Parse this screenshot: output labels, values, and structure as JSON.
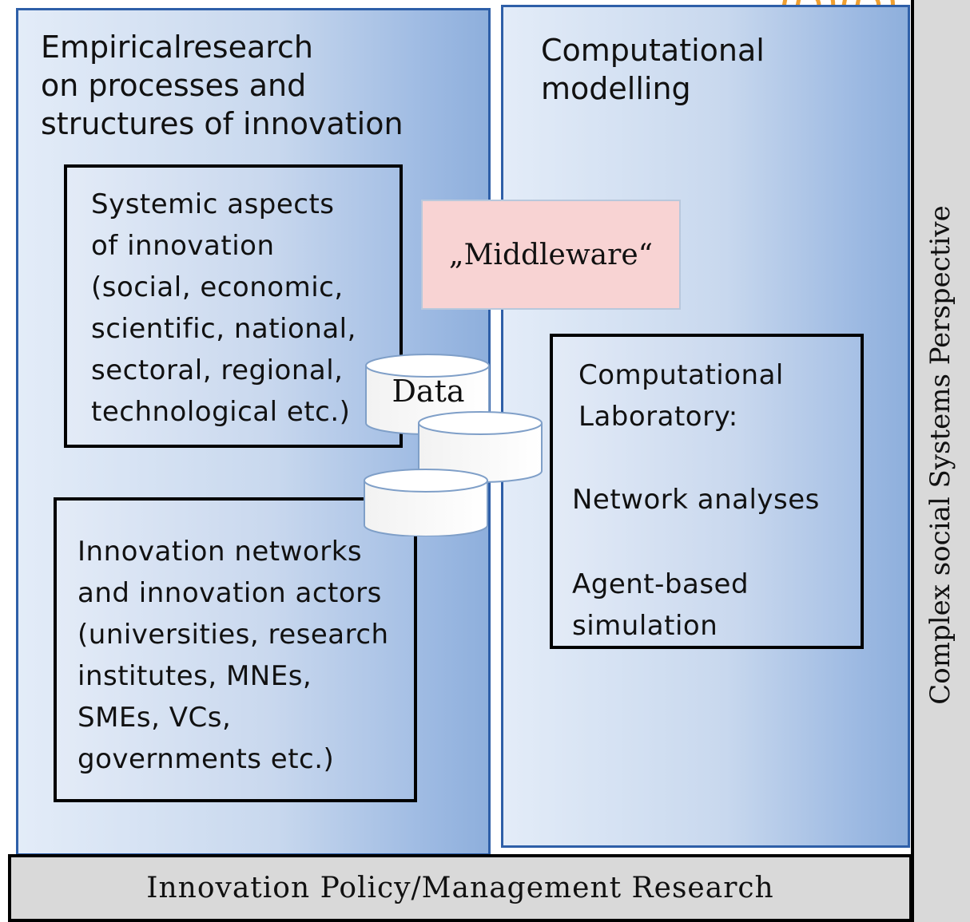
{
  "left_column": {
    "title_lines": [
      "Empiricalresearch",
      "on processes and",
      "structures of innovation"
    ]
  },
  "right_column": {
    "title_lines": [
      "Computational",
      "modelling"
    ]
  },
  "systemic_box": {
    "lines": [
      "Systemic aspects",
      "of innovation",
      "(social, economic,",
      "scientific, national,",
      "sectoral, regional,",
      "technological etc.)"
    ]
  },
  "networks_box": {
    "lines": [
      "Innovation networks",
      "and innovation actors",
      "(universities, research",
      "institutes, MNEs,",
      "SMEs, VCs,",
      "governments etc.)"
    ]
  },
  "middleware": {
    "label": "„Middleware“"
  },
  "data_cylinder": {
    "label": "Data"
  },
  "lab_box": {
    "title_lines": [
      "Computational",
      "Laboratory:"
    ],
    "item1": "Network analyses",
    "item2_lines": [
      "Agent-based",
      "simulation"
    ]
  },
  "bottom_bar": {
    "label": "Innovation Policy/Management Research"
  },
  "side_strip": {
    "label": "Complex social Systems Perspective"
  },
  "logo": {
    "text": "DD"
  },
  "colors": {
    "column_border": "#2e5fa8",
    "middleware_fill": "#f8d3d3",
    "strip_fill": "#d9d9d9",
    "logo_outline": "#f0a030"
  }
}
